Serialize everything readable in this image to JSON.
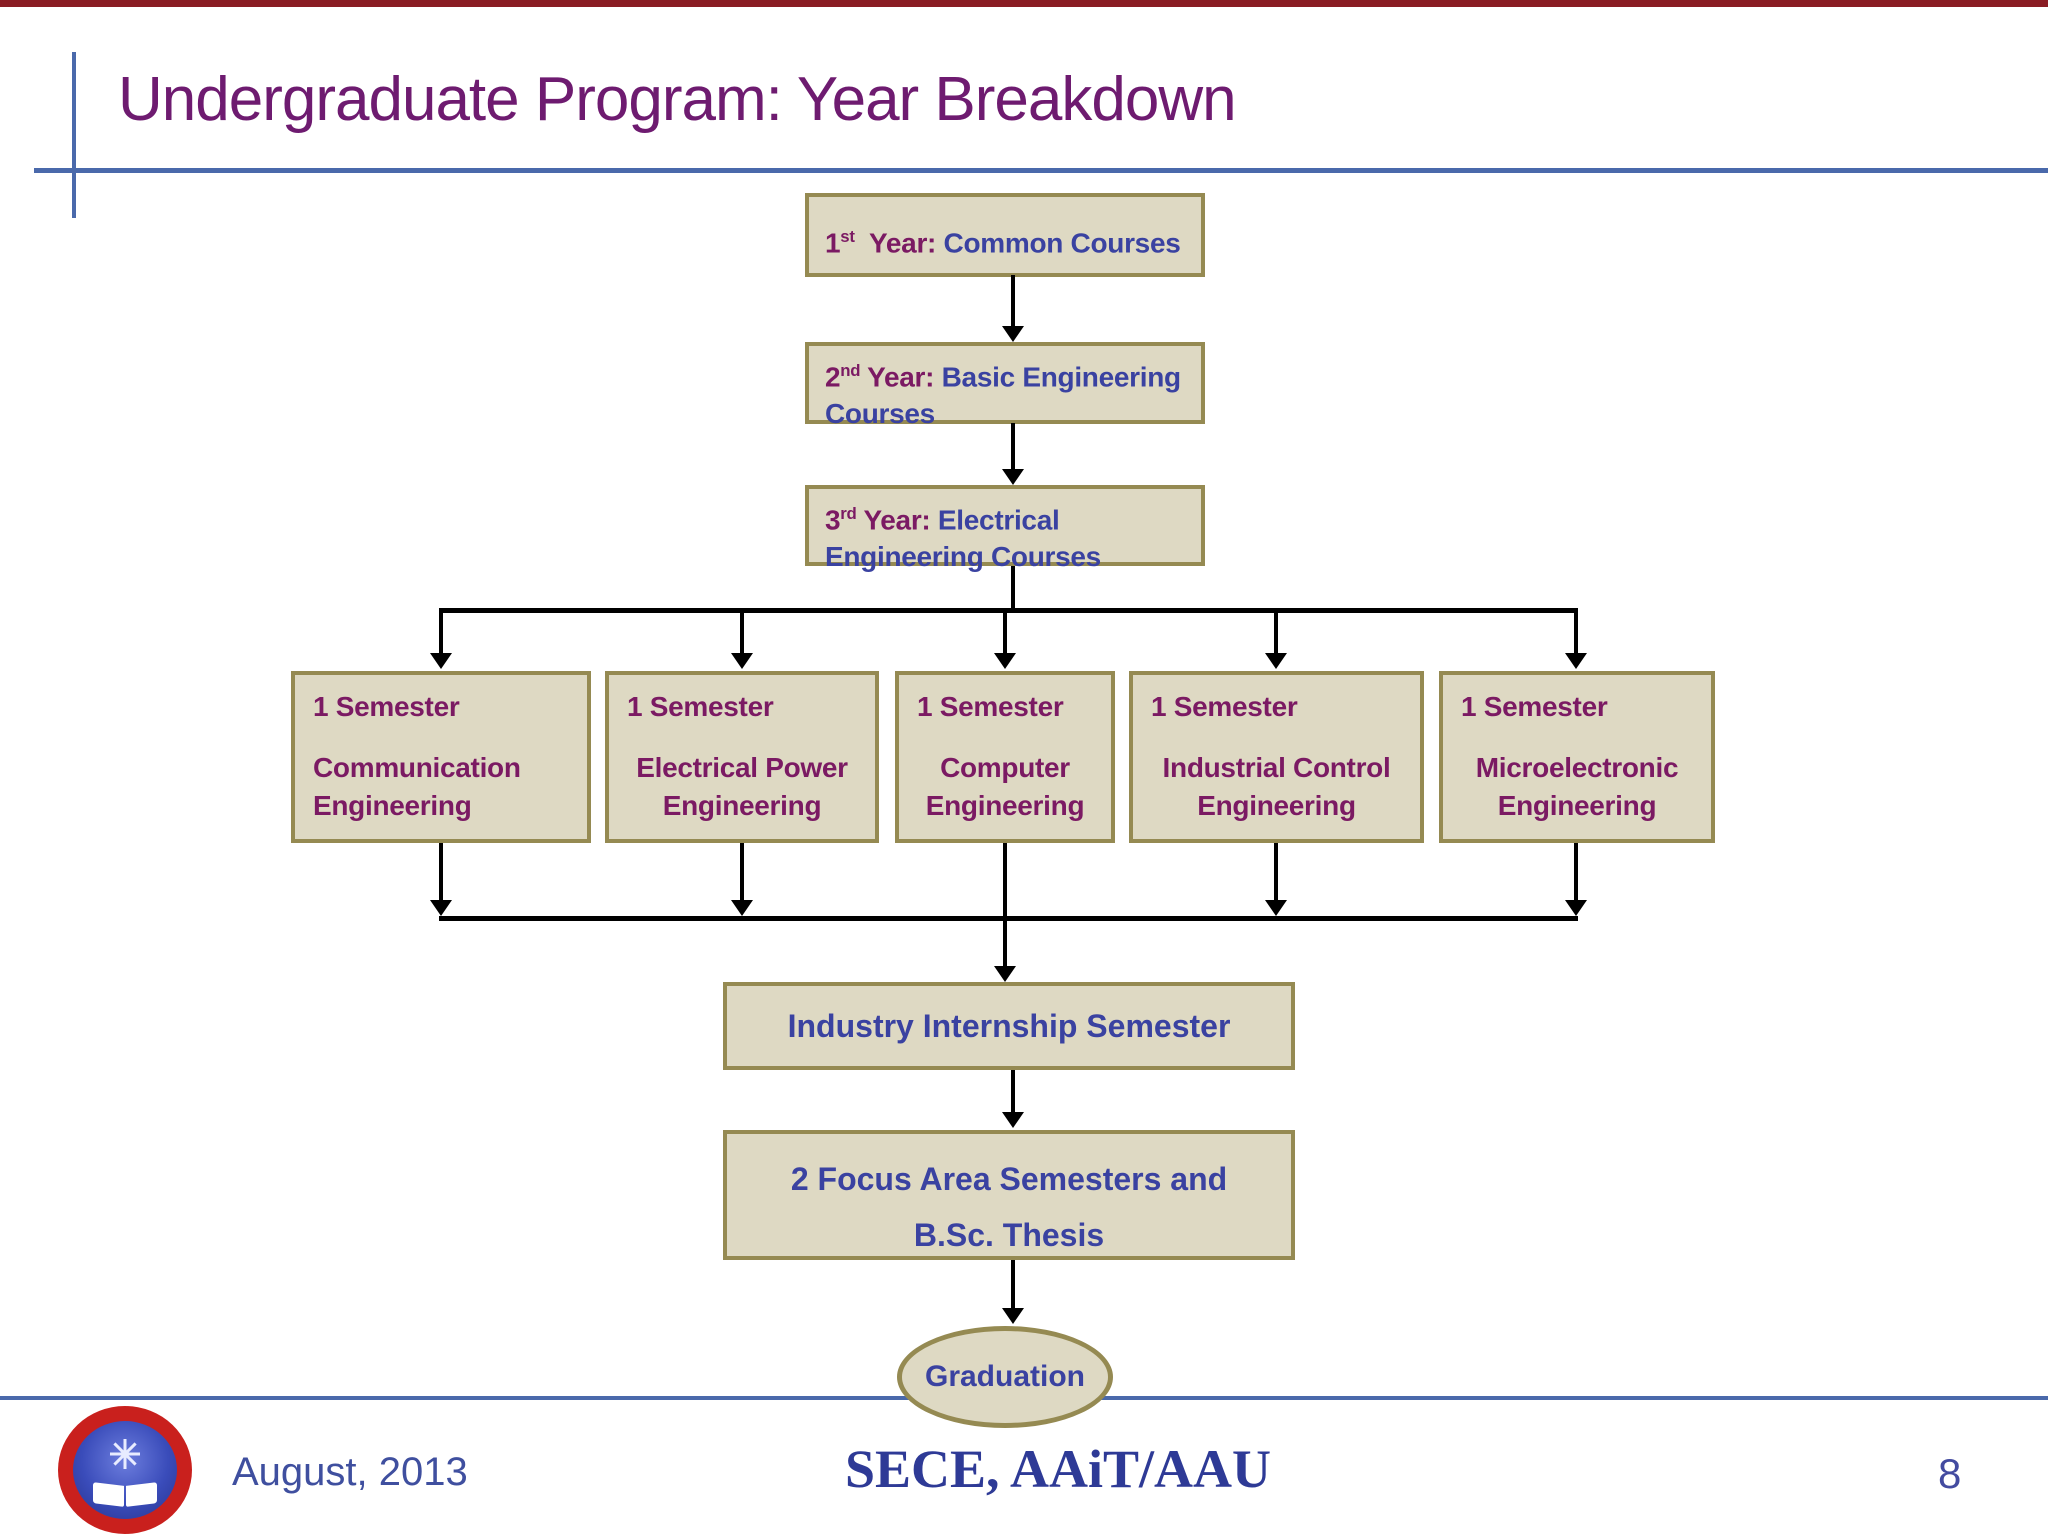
{
  "slide": {
    "title": "Undergraduate Program: Year Breakdown",
    "top_stripe_color": "#8a1c24",
    "accent_line_color": "#4a69ab"
  },
  "flowchart": {
    "box_fill": "#ded9c3",
    "box_border": "#958a52",
    "text_purple": "#7b1a63",
    "text_blue": "#3a42a1",
    "year_boxes": [
      {
        "segments": [
          {
            "t": "1",
            "c": "purple"
          },
          {
            "t": "st",
            "c": "purple",
            "sup": true
          },
          {
            "t": "  Year: ",
            "c": "purple"
          },
          {
            "t": "Common Courses",
            "c": "blue"
          }
        ]
      },
      {
        "segments": [
          {
            "t": "2",
            "c": "purple"
          },
          {
            "t": "nd",
            "c": "purple",
            "sup": true
          },
          {
            "t": " Year: ",
            "c": "purple"
          },
          {
            "t": "Basic Engineering",
            "c": "blue"
          },
          {
            "br": true
          },
          {
            "t": "Courses",
            "c": "blue"
          }
        ]
      },
      {
        "segments": [
          {
            "t": "3",
            "c": "purple"
          },
          {
            "t": "rd",
            "c": "purple",
            "sup": true
          },
          {
            "t": " Year: ",
            "c": "purple"
          },
          {
            "t": "Electrical",
            "c": "blue"
          },
          {
            "br": true
          },
          {
            "t": "Engineering Courses",
            "c": "blue"
          }
        ]
      }
    ],
    "semesters": [
      {
        "heading": "1 Semester",
        "line1": "Communication",
        "line2": "Engineering"
      },
      {
        "heading": "1 Semester",
        "line1": "Electrical Power",
        "line2": "Engineering"
      },
      {
        "heading": "1 Semester",
        "line1": "Computer",
        "line2": "Engineering"
      },
      {
        "heading": "1 Semester",
        "line1": "Industrial Control",
        "line2": "Engineering"
      },
      {
        "heading": "1 Semester",
        "line1": "Microelectronic",
        "line2": "Engineering"
      }
    ],
    "internship_label": "Industry Internship Semester",
    "focus_line1": "2 Focus Area Semesters and",
    "focus_line2": "B.Sc. Thesis",
    "graduation_label": "Graduation"
  },
  "footer": {
    "date": "August, 2013",
    "organization": "SECE, AAiT/AAU",
    "page_number": "8",
    "logo": "addis-ababa-university-logo"
  }
}
